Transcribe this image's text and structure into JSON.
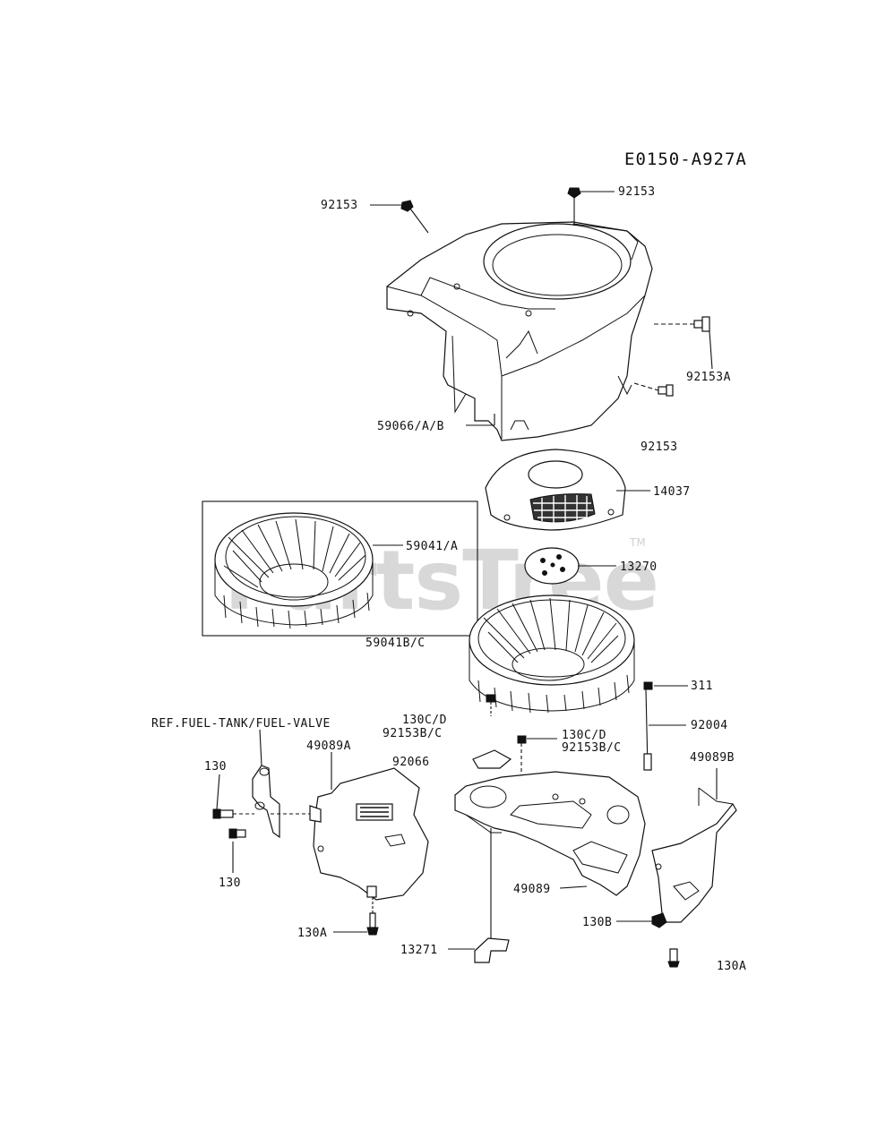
{
  "diagram": {
    "doc_code": "E0150-A927A",
    "watermark": "PartsTree",
    "watermark_tm": "TM",
    "labels": {
      "p92153_top": "92153",
      "p92153_left": "92153",
      "p92153A": "92153A",
      "p59066": "59066/A/B",
      "p92153_mid": "92153",
      "p14037": "14037",
      "p59041A": "59041/A",
      "p13270": "13270",
      "p59041BC": "59041B/C",
      "p311": "311",
      "p92004": "92004",
      "ref_fuel": "REF.FUEL-TANK/FUEL-VALVE",
      "p130CD_1": "130C/D",
      "p92153BC_1": "92153B/C",
      "p130CD_2": "130C/D",
      "p92153BC_2": "92153B/C",
      "p49089A": "49089A",
      "p92066": "92066",
      "p49089B": "49089B",
      "p130_1": "130",
      "p130_2": "130",
      "p49089": "49089",
      "p130B": "130B",
      "p130A_1": "130A",
      "p13271": "13271",
      "p130A_2": "130A"
    }
  }
}
